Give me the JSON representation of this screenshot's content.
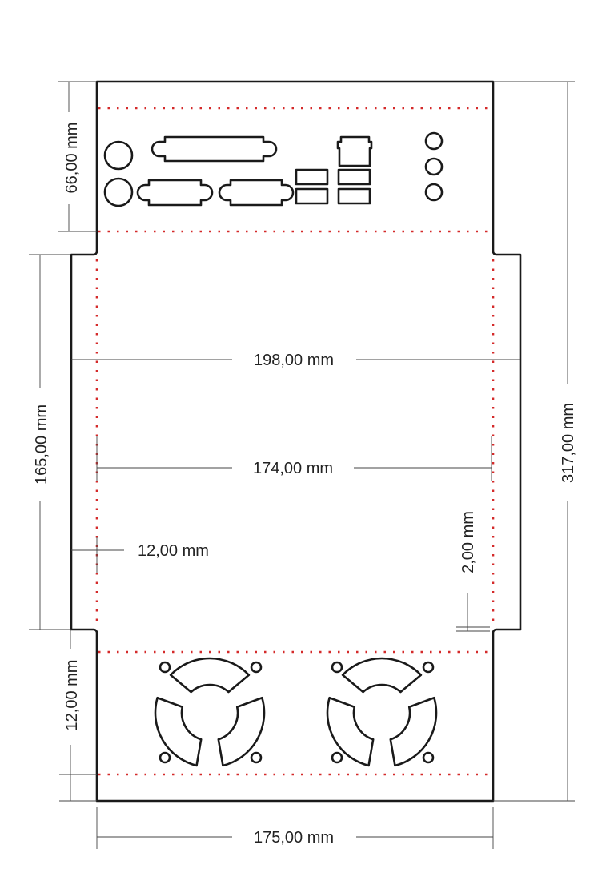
{
  "title": "Case panel folding template",
  "colors": {
    "cut_line": "#1a1a1a",
    "fold_line": "#d42a2a",
    "dimension_line": "#444444"
  },
  "dimensions": {
    "io_panel_height": "66,00 mm",
    "side_flap_height": "165,00 mm",
    "overall_width_with_flaps": "198,00 mm",
    "inner_width": "174,00 mm",
    "flap_width": "12,00 mm",
    "notch_offset": "2,00 mm",
    "total_height": "317,00 mm",
    "fan_panel_fold": "12,00 mm",
    "panel_width": "175,00 mm"
  }
}
